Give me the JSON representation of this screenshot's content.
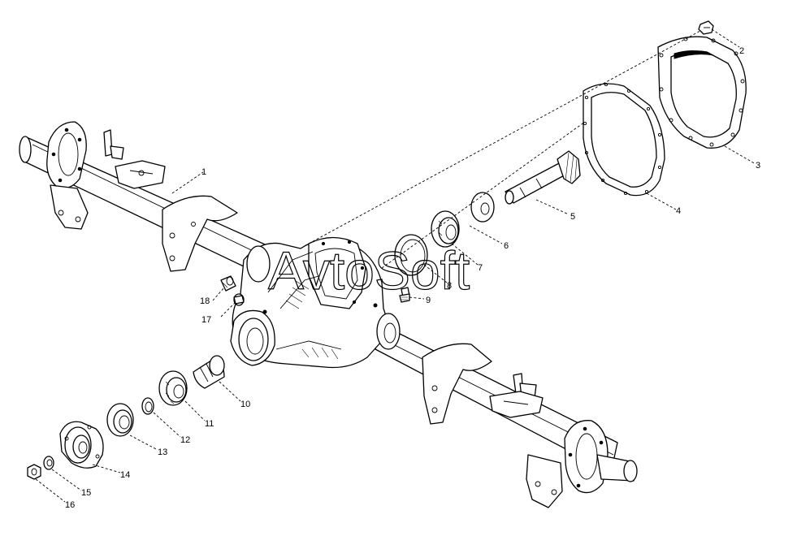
{
  "watermark": "AvtoSoft",
  "callouts": [
    {
      "id": "1",
      "text": "1"
    },
    {
      "id": "2",
      "text": "2"
    },
    {
      "id": "3",
      "text": "3"
    },
    {
      "id": "4",
      "text": "4"
    },
    {
      "id": "5",
      "text": "5"
    },
    {
      "id": "6",
      "text": "6"
    },
    {
      "id": "7",
      "text": "7"
    },
    {
      "id": "8",
      "text": "8"
    },
    {
      "id": "9",
      "text": "9"
    },
    {
      "id": "10",
      "text": "10"
    },
    {
      "id": "11",
      "text": "11"
    },
    {
      "id": "12",
      "text": "12"
    },
    {
      "id": "13",
      "text": "13"
    },
    {
      "id": "14",
      "text": "14"
    },
    {
      "id": "15",
      "text": "15"
    },
    {
      "id": "16",
      "text": "16"
    },
    {
      "id": "17",
      "text": "17"
    },
    {
      "id": "18",
      "text": "18"
    }
  ]
}
